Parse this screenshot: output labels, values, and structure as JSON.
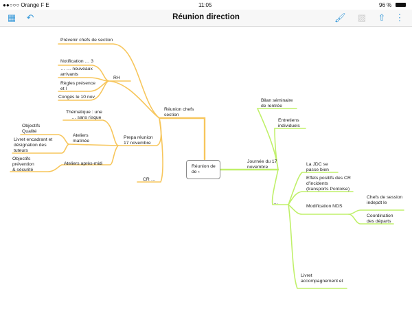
{
  "status": {
    "carrier": "●●○○○ Orange F  E",
    "time": "11:05",
    "battery": "96 %"
  },
  "toolbar": {
    "title": "Réunion direction"
  },
  "colors": {
    "orange": "#f7c65c",
    "green": "#c0f06a",
    "accent": "#3a9ad9"
  },
  "map": {
    "center": [
      "Réunion de",
      "de ‹"
    ],
    "nodes": {
      "prevenir": "Prévenir chefs de section",
      "notification": "Notification … 3",
      "nouveaux1": "… … nouveaux",
      "nouveaux2": "arrivants",
      "regles1": "Règles présence",
      "regles2": "et l",
      "conges": "Congés le 10 nov",
      "rh": "RH",
      "reunion1": "Réunion chefs",
      "reunion2": "section",
      "thematique1": "Thématique : une",
      "thematique2": "… sans risque",
      "objq1": "Objectifs",
      "objq2": "Qualité",
      "livret_enc1": "Livret encadrant et",
      "livret_enc2": "désignation des",
      "livret_enc3": "tuteurs",
      "ateliers_mat1": "Ateliers",
      "ateliers_mat2": "matinée",
      "prepa1": "Prepa réunion",
      "prepa2": "17 novembre",
      "objp1": "Objectifs",
      "objp2": "prévention",
      "objp3": "& sécurité",
      "ateliers_am": "Ateliers après-midi",
      "cr": "CR …",
      "journee1": "Journée du 17",
      "journee2": "novembre",
      "bilan1": "Bilan séminaire",
      "bilan2": "de rentrée",
      "entretiens1": "Entretiens",
      "entretiens2": "individuels",
      "hub": "…",
      "jdc1": "La JDC se",
      "jdc2": "passe bien",
      "effets1": "Effets positifs des CR",
      "effets2": "d'incidents",
      "effets3": "(transports Pontoise)",
      "modif": "Modification NDS",
      "chefs1": "Chefs de session",
      "chefs2": "indepdt       le",
      "coord1": "Coordination",
      "coord2": "des départs",
      "livret_acc1": "Livret",
      "livret_acc2": "accompagnement et"
    }
  }
}
